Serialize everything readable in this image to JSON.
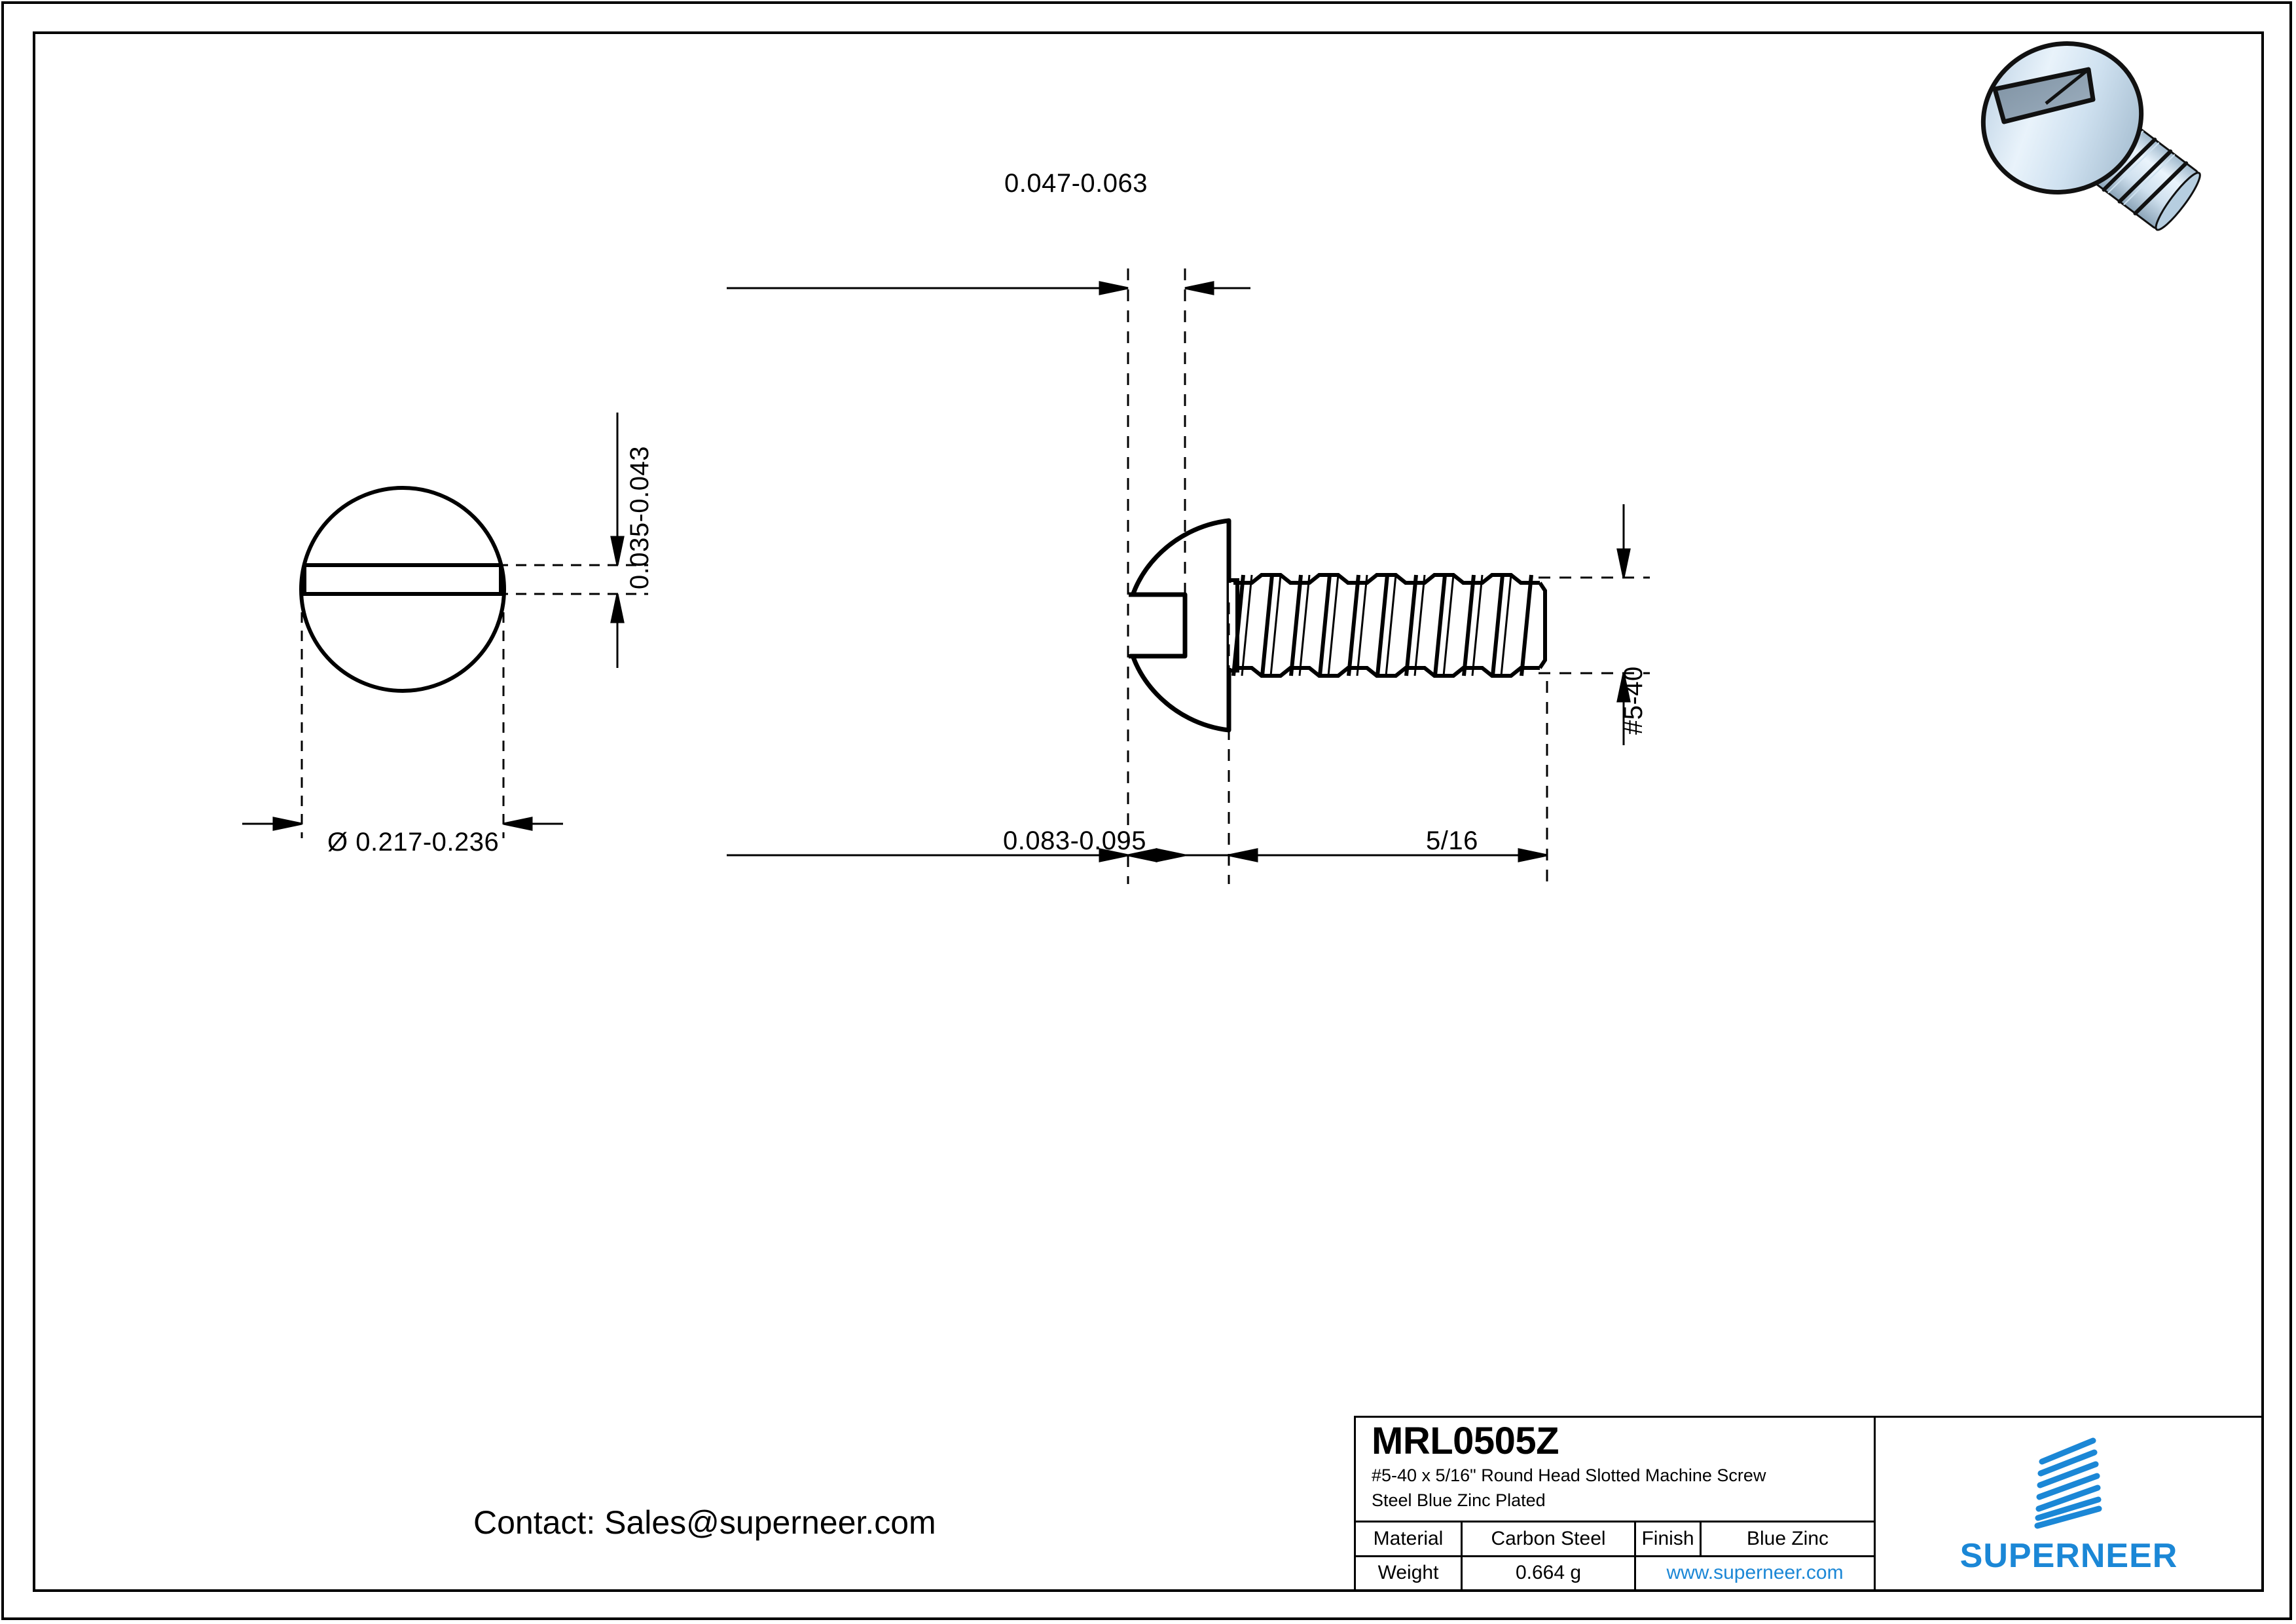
{
  "drawing": {
    "views": {
      "top_view": {
        "name": "head-top-view",
        "dimensions": {
          "head_diameter": "Ø 0.217-0.236",
          "slot_width": "0.035-0.043"
        }
      },
      "side_view": {
        "name": "screw-side-view",
        "dimensions": {
          "slot_depth": "0.047-0.063",
          "head_height": "0.083-0.095",
          "thread_length": "5/16",
          "thread_size": "#5-40"
        }
      }
    },
    "render_label": "round-head-slotted-machine-screw-3d"
  },
  "contact": {
    "text": "Contact: Sales@superneer.com"
  },
  "title_block": {
    "part_number": "MRL0505Z",
    "description_line1": "#5-40 x 5/16\" Round Head Slotted  Machine Screw",
    "description_line2": "Steel Blue Zinc Plated",
    "material_label": "Material",
    "material_value": "Carbon Steel",
    "finish_label": "Finish",
    "finish_value": "Blue Zinc",
    "weight_label": "Weight",
    "weight_value": "0.664 g",
    "website": "www.superneer.com",
    "brand": "SUPERNEER",
    "brand_color": "#1b87d6"
  }
}
